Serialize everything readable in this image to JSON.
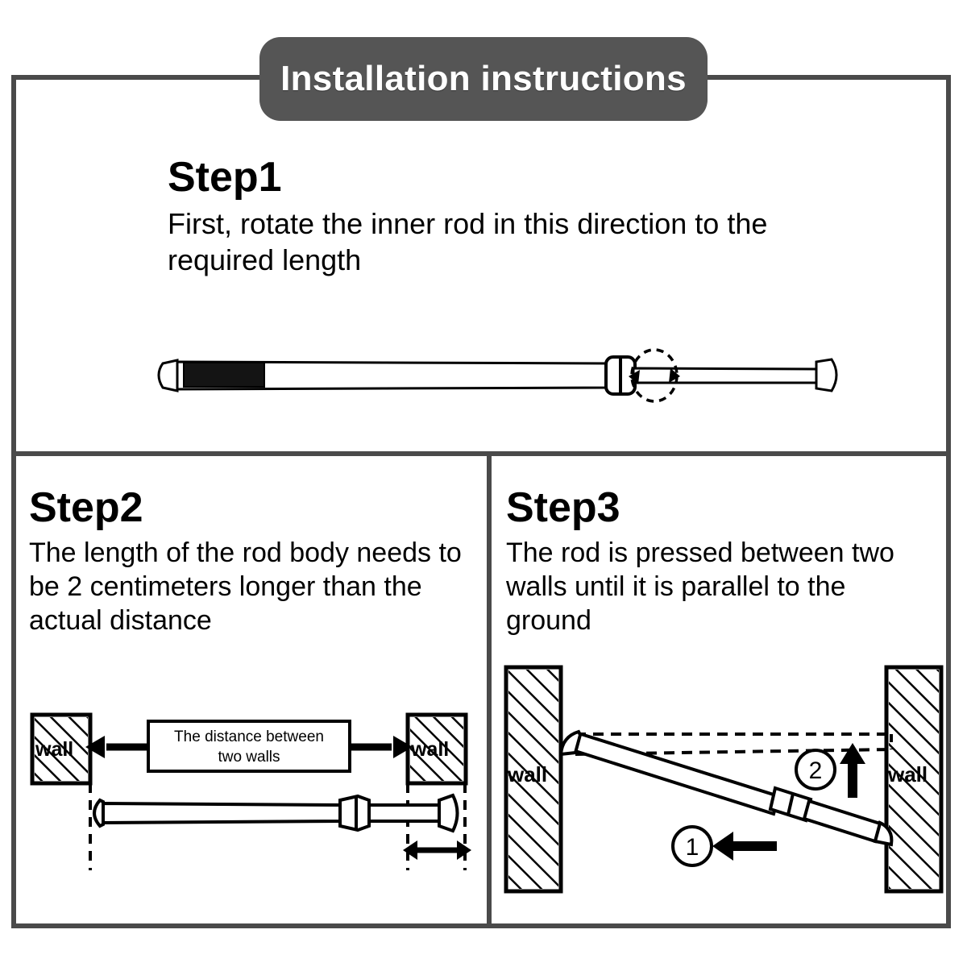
{
  "banner": {
    "title": "Installation instructions",
    "background_color": "#555555",
    "text_color": "#ffffff"
  },
  "frame": {
    "border_color": "#4a4a4a"
  },
  "steps": [
    {
      "id": "step1",
      "heading": "Step1",
      "body": "First, rotate the inner rod in this direction to the required length",
      "diagram": {
        "type": "tension-rod-rotation",
        "rotation_hint": "dashed circular arrow around inner rod",
        "parts": [
          "end-cap-left",
          "dark-grip-segment",
          "outer-tube",
          "collar-joint",
          "inner-rod",
          "end-cap-right"
        ]
      }
    },
    {
      "id": "step2",
      "heading": "Step2",
      "body": "The length of the rod body needs to be 2 centimeters longer than the actual distance",
      "diagram": {
        "type": "wall-distance-measure",
        "wall_label_left": "wall",
        "wall_label_right": "wall",
        "distance_label": "The distance between two walls",
        "overhang_note": "2 cm extra marked by small double arrow"
      }
    },
    {
      "id": "step3",
      "heading": "Step3",
      "body": "The rod is pressed between two walls until it is parallel to the ground",
      "diagram": {
        "type": "rod-press-between-walls",
        "wall_label_left": "wall",
        "wall_label_right": "wall",
        "marker_one": "①",
        "marker_two": "②",
        "marker_one_meaning": "push horizontally (left arrow)",
        "marker_two_meaning": "lift upward (up arrow)",
        "ghost_outline": "dashed final horizontal position"
      }
    }
  ]
}
